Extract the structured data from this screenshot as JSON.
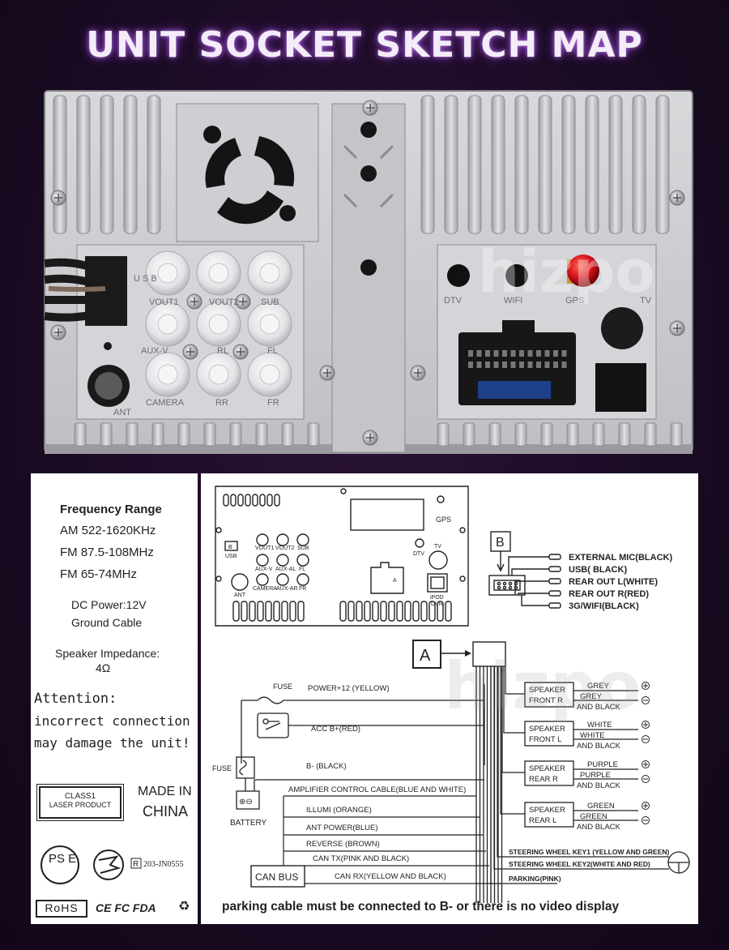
{
  "title": "UNIT SOCKET SKETCH MAP",
  "watermark": "hizpo",
  "photo_labels": {
    "usb": "U S B",
    "vout1": "VOUT1",
    "vout2": "VOUT2",
    "sub": "SUB",
    "auxv": "AUX-V",
    "rl": "RL",
    "fl": "FL",
    "camera": "CAMERA",
    "rr": "RR",
    "fr": "FR",
    "ant": "ANT",
    "dtv": "DTV",
    "wifi": "WIFI",
    "gps": "GPS",
    "tv": "TV"
  },
  "specs": {
    "freq_title": "Frequency Range",
    "am": "AM 522-1620KHz",
    "fm1": "FM 87.5-108MHz",
    "fm2": "FM 65-74MHz",
    "dc_power": "DC Power:12V",
    "ground": "Ground Cable",
    "impedance": "Speaker Impedance:",
    "ohm": "4Ω",
    "attention": "Attention:",
    "warn1": "incorrect connection",
    "warn2": "may damage the unit!",
    "class1": "CLASS1",
    "laser": "LASER PRODUCT",
    "made_in": "MADE IN",
    "china": "CHINA",
    "pse": "PS E",
    "cert_no": "203-JN0555",
    "cert_r": "R",
    "rohs": "RoHS",
    "ce_fc_fda": "CE FC FDA"
  },
  "diagram": {
    "gps": "GPS",
    "usb_box": "B",
    "usb": "USB",
    "vout1": "VOUT1",
    "vout2": "VOUT2",
    "sub": "SUB",
    "auxv": "AUX-V",
    "auxal": "AUX-AL",
    "fl": "FL",
    "camera": "CAMERA",
    "auxar": "AUX-AR",
    "fr": "FR",
    "ant": "ANT",
    "dtv": "DTV",
    "tv": "TV",
    "ipod_dvr": [
      "iPOD",
      "DVR"
    ],
    "a": "A",
    "b_box": "B",
    "b_items": [
      "EXTERNAL MIC(BLACK)",
      "USB( BLACK)",
      "REAR OUT L(WHITE)",
      "REAR OUT R(RED)",
      "3G/WIFI(BLACK)"
    ],
    "a_box": "A",
    "fuse1": "FUSE",
    "fuse2": "FUSE",
    "battery": "BATTERY",
    "wires": [
      "POWER+12 (YELLOW)",
      "ACC B+(RED)",
      "B- (BLACK)",
      "AMPLIFIER CONTROL CABLE(BLUE AND WHITE)",
      "ILLUMI (ORANGE)",
      "ANT POWER(BLUE)",
      "REVERSE (BROWN)",
      "CAN TX(PINK AND BLACK)",
      "CAN RX(YELLOW AND BLACK)"
    ],
    "can_bus": "CAN BUS",
    "speakers": [
      {
        "name": [
          "SPEAKER",
          "FRONT  R"
        ],
        "pos": "GREY",
        "neg": [
          "GREY",
          "AND BLACK"
        ]
      },
      {
        "name": [
          "SPEAKER",
          "FRONT  L"
        ],
        "pos": "WHITE",
        "neg": [
          "WHITE",
          "AND BLACK"
        ]
      },
      {
        "name": [
          "SPEAKER",
          "REAR   R"
        ],
        "pos": "PURPLE",
        "neg": [
          "PURPLE",
          "AND BLACK"
        ]
      },
      {
        "name": [
          "SPEAKER",
          "REAR   L"
        ],
        "pos": "GREEN",
        "neg": [
          "GREEN",
          "AND BLACK"
        ]
      }
    ],
    "steering": [
      "STEERING WHEEL KEY1 (YELLOW AND GREEN)",
      "STEERING WHEEL KEY2(WHITE AND RED)",
      "PARKING(PINK)"
    ],
    "footer": "parking cable must be connected to B- or there is no video display"
  },
  "colors": {
    "panel": "#c9c9cc",
    "accent_red": "#d8141c",
    "title_glow": "#b070e0"
  }
}
